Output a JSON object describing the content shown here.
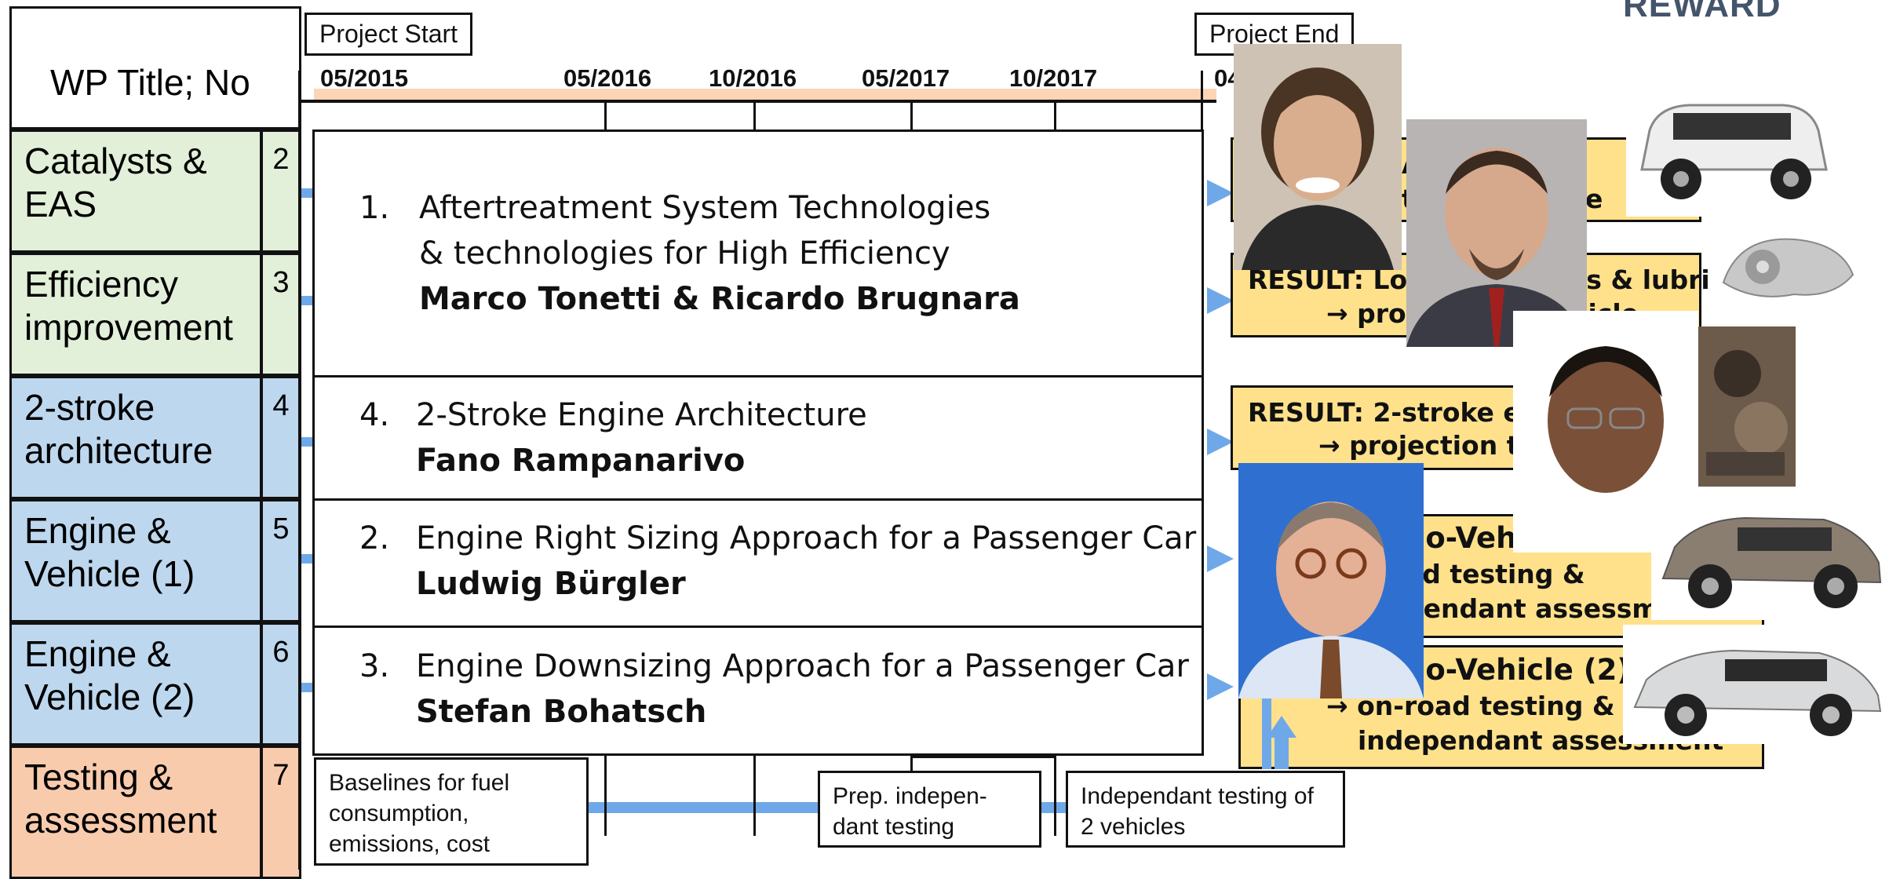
{
  "reward_label": "REWARD",
  "header": {
    "wp_title": "WP Title; No",
    "project_start": "Project Start",
    "project_end": "Project End"
  },
  "timeline": {
    "dates": [
      "05/2015",
      "05/2016",
      "10/2016",
      "05/2017",
      "10/2017",
      "04"
    ]
  },
  "work_packages": [
    {
      "title": "Catalysts & EAS",
      "no": "2",
      "color": "#e2efd9"
    },
    {
      "title": "Efficiency improvement",
      "no": "3",
      "color": "#e2efd9"
    },
    {
      "title": "2-stroke architecture",
      "no": "4",
      "color": "#bdd7ee"
    },
    {
      "title": "Engine & Vehicle (1)",
      "no": "5",
      "color": "#bdd7ee"
    },
    {
      "title": "Engine & Vehicle (2)",
      "no": "6",
      "color": "#bdd7ee"
    },
    {
      "title": "Testing & assessment",
      "no": "7",
      "color": "#f8cbad"
    }
  ],
  "technologies": [
    {
      "number": "1.",
      "line1": "Aftertreatment System Technologies",
      "line2": "& technologies for High Efficiency",
      "lead": "Marco Tonetti & Ricardo Brugnara"
    },
    {
      "number": "4.",
      "line1": "2-Stroke Engine Architecture",
      "lead": "Fano Rampanarivo"
    },
    {
      "number": "2.",
      "line1": "Engine Right Sizing Approach for a Passenger Car",
      "lead": "Ludwig Bürgler"
    },
    {
      "number": "3.",
      "line1": "Engine Downsizing Approach for a Passenger Car",
      "lead": "Stefan Bohatsch"
    }
  ],
  "notes": {
    "baselines": "Baselines for fuel consumption, emissions, cost",
    "prep": "Prep. indepen-dant testing",
    "independant": "Independant testing of  2 vehicles"
  },
  "results": {
    "r1_fragment_a": "A",
    "r1_fragment_b": "t",
    "r1_fragment_c": "e",
    "r2_line1a": "RESULT: Low",
    "r2_line1b": "ls & lubri",
    "r2_line2a": "→ pro",
    "r2_line2b": "hicle",
    "r3_line1": "RESULT: 2-stroke en",
    "r3_line2": "→ projection t",
    "r4_line1": "no-Veh",
    "r4_line2": "ad testing &",
    "r4_line3": "pendant assessm",
    "r5_line1": "no-Vehicle (2)",
    "r5_line2": "→ on-road testing &",
    "r5_line3": "independant assessment"
  },
  "photos": [
    {
      "name": "person-photo-tonetti",
      "icon": "person-portrait"
    },
    {
      "name": "person-photo-brugnara",
      "icon": "person-portrait"
    },
    {
      "name": "person-photo-rampanarivo",
      "icon": "person-portrait"
    },
    {
      "name": "person-photo-buergler",
      "icon": "person-portrait"
    },
    {
      "name": "car-photo-suv-white",
      "icon": "car"
    },
    {
      "name": "engine-part-photo",
      "icon": "engine-part"
    },
    {
      "name": "engine-photo",
      "icon": "engine"
    },
    {
      "name": "car-photo-suv-bronze",
      "icon": "car"
    },
    {
      "name": "car-photo-suv-silver",
      "icon": "car"
    }
  ],
  "colors": {
    "green": "#e2efd9",
    "blue": "#bdd7ee",
    "orange": "#f8cbad",
    "result_yellow": "#ffe18c",
    "arrow_blue": "#6fa8e8",
    "timeline_peach": "#fbd5b5"
  }
}
